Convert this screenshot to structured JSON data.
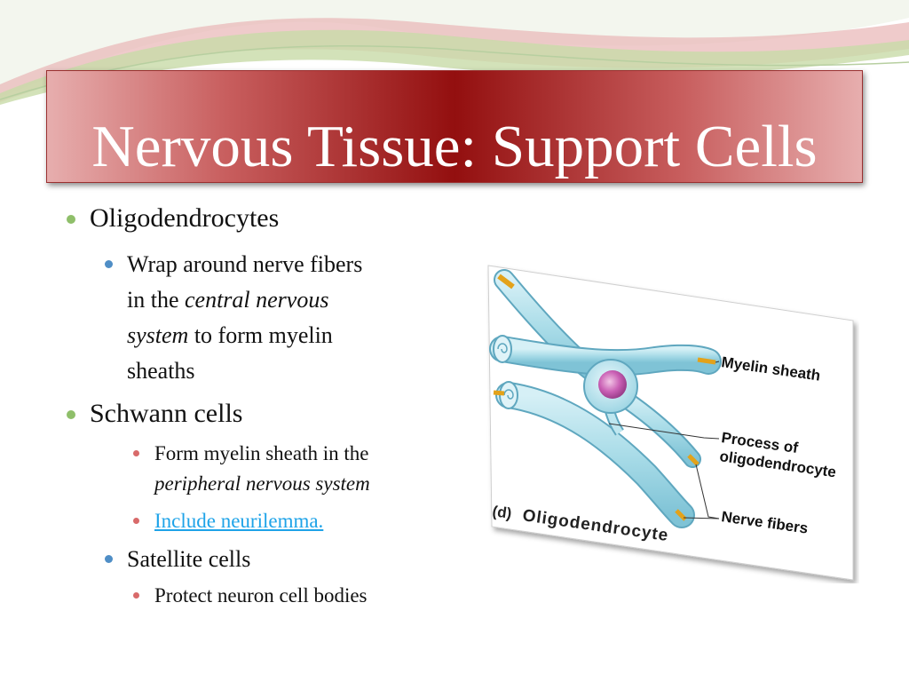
{
  "slide": {
    "title": "Nervous Tissue: Support Cells",
    "bullets": {
      "oligo": "Oligodendrocytes",
      "oligo_sub_1": "Wrap around nerve fibers",
      "oligo_sub_2a": "in the ",
      "oligo_sub_2b": "central nervous",
      "oligo_sub_3a": "system",
      "oligo_sub_3b": " to form myelin",
      "oligo_sub_4": "sheaths",
      "schwann": "Schwann cells",
      "schwann_sub_1": "Form myelin sheath in the",
      "schwann_sub_1b": "peripheral nervous system",
      "schwann_sub_2": "Include neurilemma.",
      "satellite": "Satellite cells",
      "satellite_sub_1": "Protect neuron cell bodies"
    }
  },
  "figure": {
    "label_myelin": "Myelin sheath",
    "label_process_1": "Process of",
    "label_process_2": "oligodendrocyte",
    "label_fibers": "Nerve fibers",
    "caption_letter": "(d)",
    "caption": "Oligodendrocyte"
  },
  "colors": {
    "title_dark": "#930f0f",
    "title_light": "#e7aeae",
    "bullet_l1": "#8fbf6a",
    "bullet_l2": "#4f8ec6",
    "bullet_l3": "#d86a6a",
    "link": "#1ea3e8",
    "sheath": "#a9dce8",
    "nucleus": "#c95fb4"
  }
}
